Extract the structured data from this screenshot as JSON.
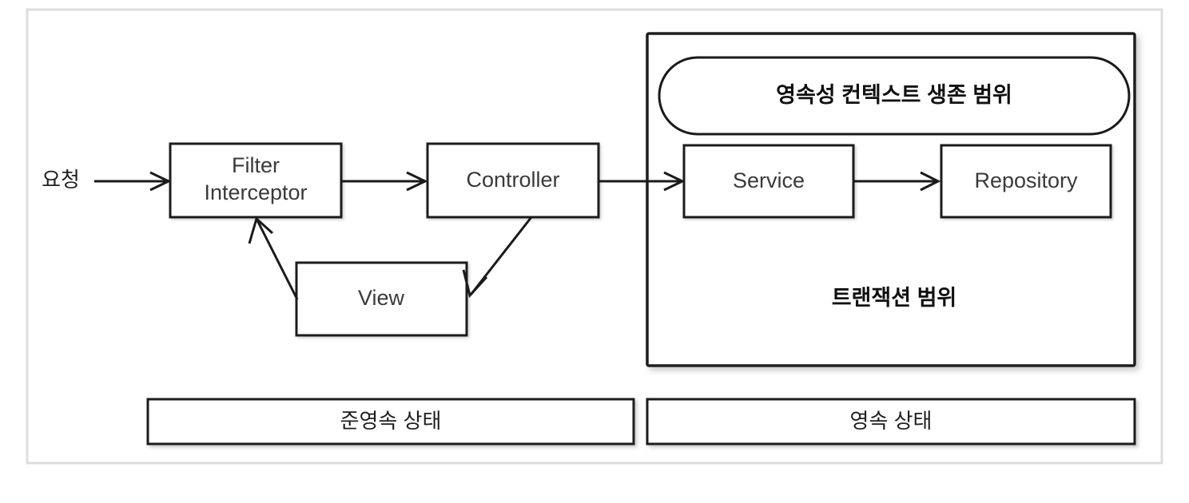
{
  "diagram": {
    "title_hidden": "",
    "request": {
      "label": "요청"
    },
    "nodes": {
      "filter": {
        "line1": "Filter",
        "line2": "Interceptor"
      },
      "controller": {
        "label": "Controller"
      },
      "view": {
        "label": "View"
      },
      "service": {
        "label": "Service"
      },
      "repository": {
        "label": "Repository"
      }
    },
    "scopes": {
      "persistence_context": {
        "label": "영속성 컨텍스트 생존 범위"
      },
      "transaction": {
        "label": "트랜잭션 범위"
      }
    },
    "states": {
      "detached": {
        "label": "준영속 상태"
      },
      "persistent": {
        "label": "영속 상태"
      }
    },
    "colors": {
      "stroke": "#1a1a1a",
      "frame": "#dddddd",
      "text": "#3a3a3a",
      "background": "#ffffff"
    }
  }
}
